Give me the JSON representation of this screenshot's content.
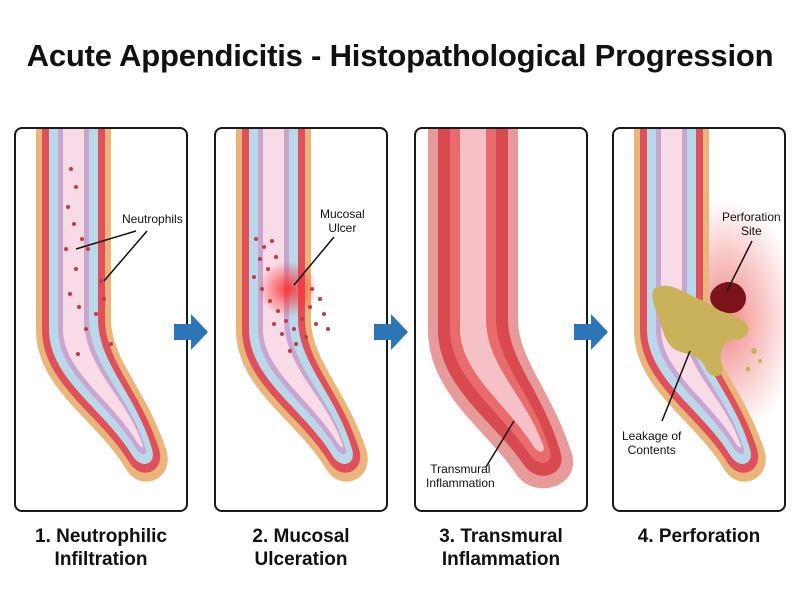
{
  "title": "Acute Appendicitis - Histopathological Progression",
  "colors": {
    "serosa": "#e9b57a",
    "muscularis": "#e0505a",
    "submucosa": "#b9d8ea",
    "mucosa": "#c8a6cf",
    "lumen": "#f8dbe7",
    "neutrophil": "#c23a48",
    "arrow": "#2e75b6",
    "perforation": "#7a1418",
    "leakage": "#c9b25a"
  },
  "stages": [
    {
      "caption_line1": "1. Neutrophilic",
      "caption_line2": "Infiltration",
      "annotation": "Neutrophils"
    },
    {
      "caption_line1": "2. Mucosal",
      "caption_line2": "Ulceration",
      "annotation_line1": "Mucosal",
      "annotation_line2": "Ulcer"
    },
    {
      "caption_line1": "3. Transmural",
      "caption_line2": "Inflammation",
      "annotation_line1": "Transmural",
      "annotation_line2": "Inflammation"
    },
    {
      "caption_line1": "4. Perforation",
      "caption_line2": "",
      "annotation_a_line1": "Perforation",
      "annotation_a_line2": "Site",
      "annotation_b_line1": "Leakage of",
      "annotation_b_line2": "Contents"
    }
  ]
}
